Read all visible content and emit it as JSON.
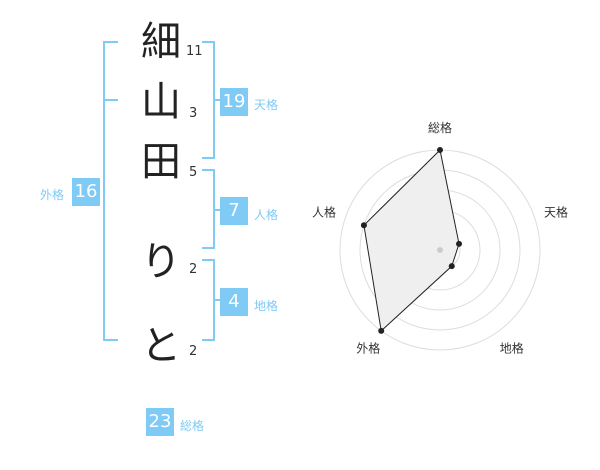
{
  "name": {
    "characters": [
      {
        "char": "細",
        "strokes": "11"
      },
      {
        "char": "山",
        "strokes": "3"
      },
      {
        "char": "田",
        "strokes": "5"
      },
      {
        "char": "り",
        "strokes": "2"
      },
      {
        "char": "と",
        "strokes": "2"
      }
    ]
  },
  "fortune": {
    "tenkaku": {
      "label": "天格",
      "value": "19"
    },
    "jinkaku": {
      "label": "人格",
      "value": "7"
    },
    "chikaku": {
      "label": "地格",
      "value": "4"
    },
    "gaikaku": {
      "label": "外格",
      "value": "16"
    },
    "soukaku": {
      "label": "総格",
      "value": "23"
    }
  },
  "radar": {
    "axes": [
      "総格",
      "天格",
      "地格",
      "外格",
      "人格"
    ],
    "levels": 5,
    "values": [
      5,
      1,
      1,
      5,
      4
    ],
    "max": 5,
    "colors": {
      "fill": "#efefef",
      "stroke": "#222222",
      "grid": "#dddddd",
      "center": "#cccccc"
    }
  },
  "colors": {
    "accent": "#7fcbf6",
    "bracket": "#7fcbf6"
  }
}
